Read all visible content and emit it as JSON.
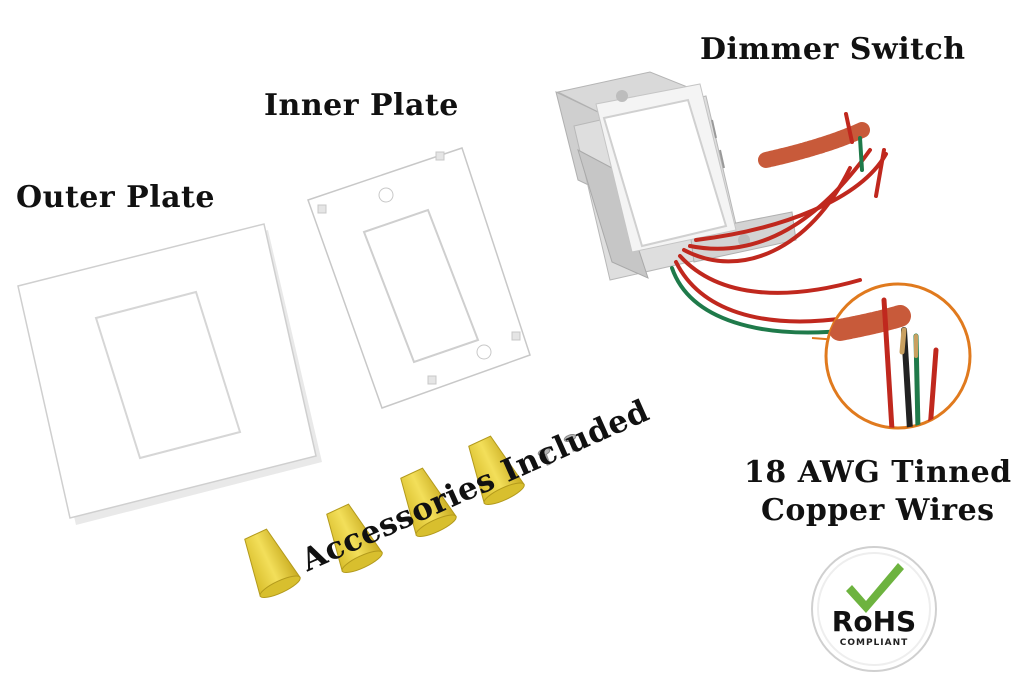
{
  "labels": {
    "outer_plate": "Outer Plate",
    "inner_plate": "Inner Plate",
    "dimmer_switch": "Dimmer Switch",
    "wires_line1": "18 AWG Tinned",
    "wires_line2": "Copper Wires",
    "accessories": "Accessories Included"
  },
  "badge": {
    "main": "RoHS",
    "sub": "COMPLIANT"
  },
  "colors": {
    "plate": "#ffffff",
    "plate_edge": "#c9c9c9",
    "wire_red": "#c0281e",
    "wire_green": "#1f7a4a",
    "wire_black": "#222222",
    "wire_nut": "#ecd23c",
    "callout_orange": "#e07a1e",
    "check_green": "#6db33f"
  }
}
